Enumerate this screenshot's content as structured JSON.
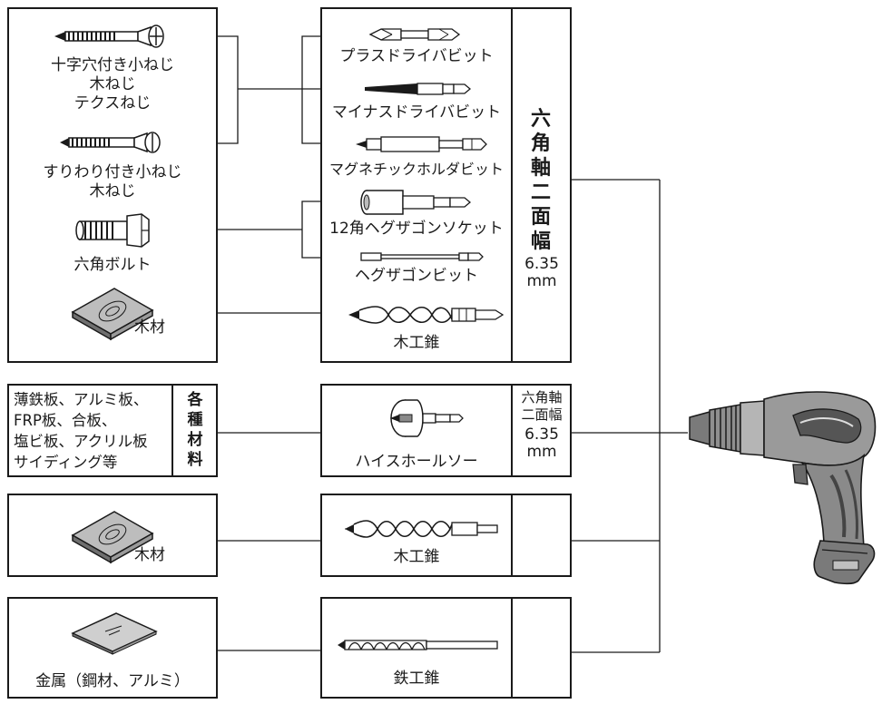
{
  "materials": {
    "screws_group": {
      "items": [
        {
          "lines": [
            "十字穴付き小ねじ",
            "木ねじ",
            "テクスねじ"
          ]
        },
        {
          "lines": [
            "すりわり付き小ねじ",
            "木ねじ"
          ]
        },
        {
          "lines": [
            "六角ボルト"
          ]
        },
        {
          "lines": [
            "木材"
          ]
        }
      ]
    },
    "sheet": {
      "lines": [
        "薄鉄板、アルミ板、",
        "FRP板、合板、",
        "塩ビ板、アクリル板",
        "サイディング等"
      ],
      "category_chars": [
        "各",
        "種",
        "材",
        "料"
      ]
    },
    "wood": {
      "label": "木材"
    },
    "metal": {
      "label": "金属（鋼材、アルミ）"
    }
  },
  "bits": {
    "group1": {
      "items": [
        "プラスドライバビット",
        "マイナスドライバビット",
        "マグネチックホルダビット",
        "12角ヘグザゴンソケット",
        "ヘグザゴンビット",
        "木工錐"
      ],
      "spec_chars": [
        "六",
        "角",
        "軸",
        "二",
        "面",
        "幅"
      ],
      "spec_size": [
        "6.35",
        "mm"
      ]
    },
    "hole_saw": {
      "label": "ハイスホールソー",
      "spec_lines": [
        "六角軸",
        "二面幅",
        "6.35",
        "mm"
      ]
    },
    "wood_drill": {
      "label": "木工錐"
    },
    "iron_drill": {
      "label": "鉄工錐"
    }
  },
  "colors": {
    "line": "#1a1a1a",
    "fill": "#8a8a8a",
    "light": "#cfcfcf"
  }
}
